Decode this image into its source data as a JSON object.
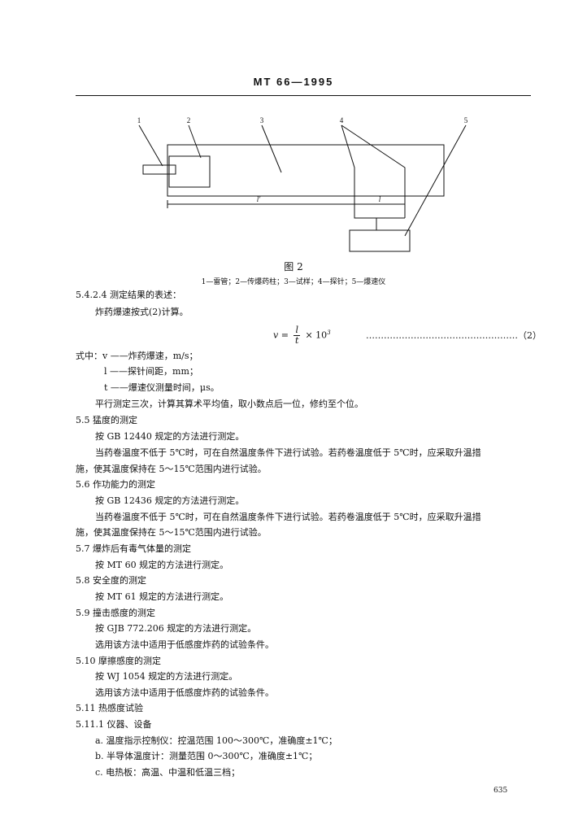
{
  "header": {
    "title": "MT 66—1995"
  },
  "figure": {
    "labels": [
      "1",
      "2",
      "3",
      "4",
      "5"
    ],
    "dim_main": "l'",
    "dim_short": "l",
    "title": "图 2",
    "caption": "1—雷管；2—传爆药柱；3—试样；4—探针；5—爆速仪"
  },
  "lines": [
    "5.4.2.4  测定结果的表述：",
    "炸药爆速按式(2)计算。",
    "式中：v ——炸药爆速，m/s；",
    "l ——探针间距，mm；",
    "t ——爆速仪测量时间，μs。",
    "平行测定三次，计算其算术平均值，取小数点后一位，修约至个位。",
    "5.5  猛度的测定",
    "按 GB 12440 规定的方法进行测定。",
    "当药卷温度不低于 5℃时，可在自然温度条件下进行试验。若药卷温度低于 5℃时，应采取升温措",
    "施，使其温度保持在 5～15℃范围内进行试验。",
    "5.6  作功能力的测定",
    "按 GB 12436 规定的方法进行测定。",
    "当药卷温度不低于 5℃时，可在自然温度条件下进行试验。若药卷温度低于 5℃时，应采取升温措",
    "施，使其温度保持在 5～15℃范围内进行试验。",
    "5.7  爆炸后有毒气体量的测定",
    "按 MT 60 规定的方法进行测定。",
    "5.8  安全度的测定",
    "按 MT 61 规定的方法进行测定。",
    "5.9  撞击感度的测定",
    "按 GJB 772.206 规定的方法进行测定。",
    "选用该方法中适用于低感度炸药的试验条件。",
    "5.10  摩擦感度的测定",
    "按 WJ 1054 规定的方法进行测定。",
    "选用该方法中适用于低感度炸药的试验条件。",
    "5.11  热感度试验",
    "5.11.1  仪器、设备",
    "a.  温度指示控制仪：控温范围 100～300℃，准确度±1℃；",
    "b.  半导体温度计：测量范围 0～300℃，准确度±1℃；",
    "c.  电热板：高温、中温和低温三档；"
  ],
  "formula": {
    "lhs": "v =",
    "num": "l",
    "den": "t",
    "rest": "× 10",
    "exp": "3",
    "eqno": "……………………………………………（2）"
  },
  "footer": {
    "page": "635"
  }
}
